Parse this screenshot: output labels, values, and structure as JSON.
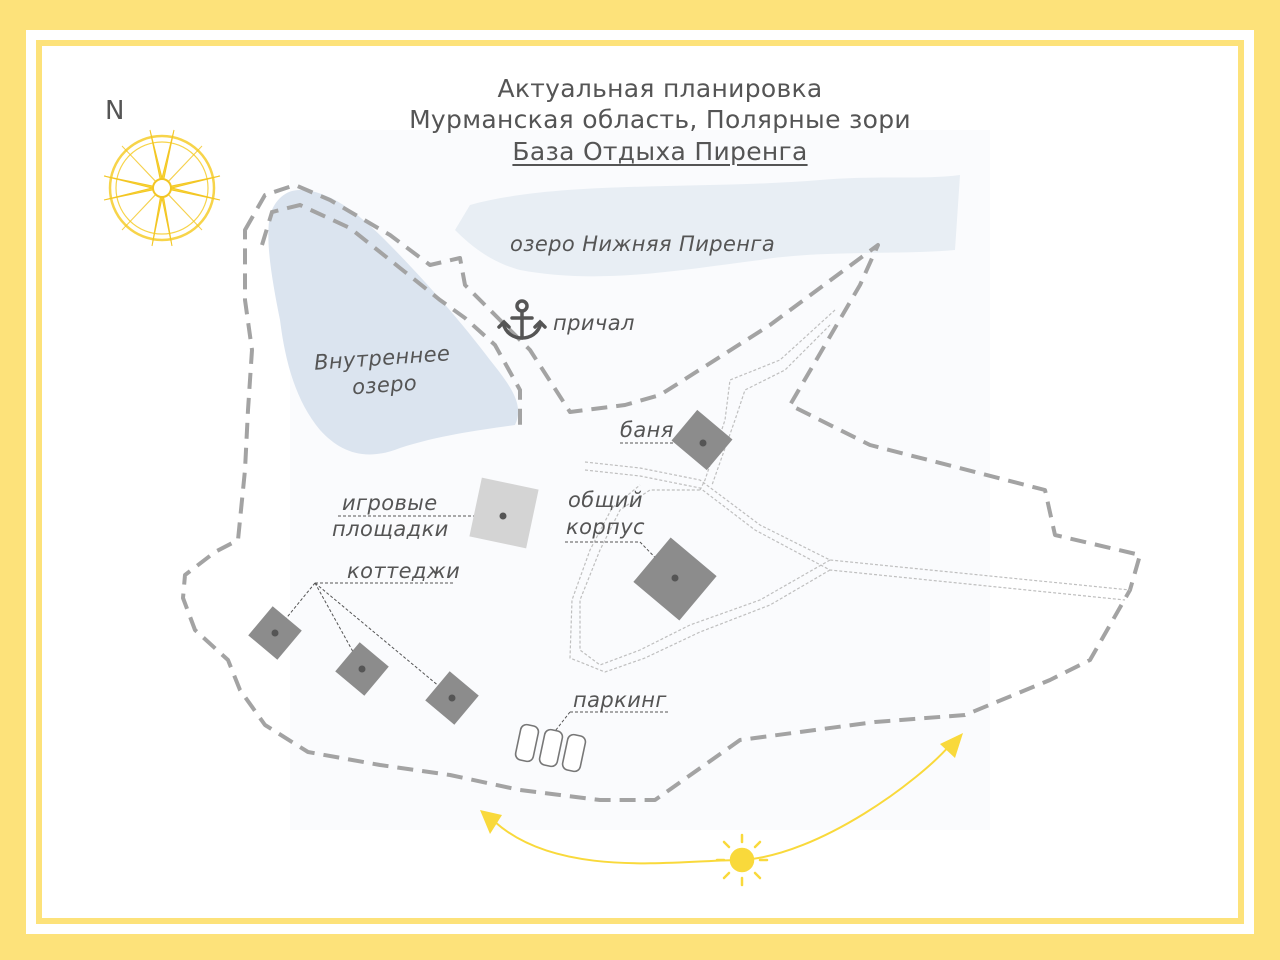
{
  "title": {
    "line1": "Актуальная планировка",
    "line2": "Мурманская область, Полярные зори",
    "line3": "База Отдыха Пиренга"
  },
  "compass": {
    "label": "N"
  },
  "labels": {
    "big_lake": "озеро Нижняя Пиренга",
    "pier": "причал",
    "inner_lake_1": "Внутреннее",
    "inner_lake_2": "озеро",
    "bathhouse": "баня",
    "playground_1": "игровые",
    "playground_2": "площадки",
    "main_building_1": "общий",
    "main_building_2": "корпус",
    "cottages": "коттеджи",
    "parking": "паркинг"
  },
  "colors": {
    "frame": "#fde27a",
    "building": "#8c8c8c",
    "playground": "#d4d4d4",
    "lake": "#dbe4ef",
    "boundary": "#a3a3a3",
    "sun": "#f9d93b"
  }
}
